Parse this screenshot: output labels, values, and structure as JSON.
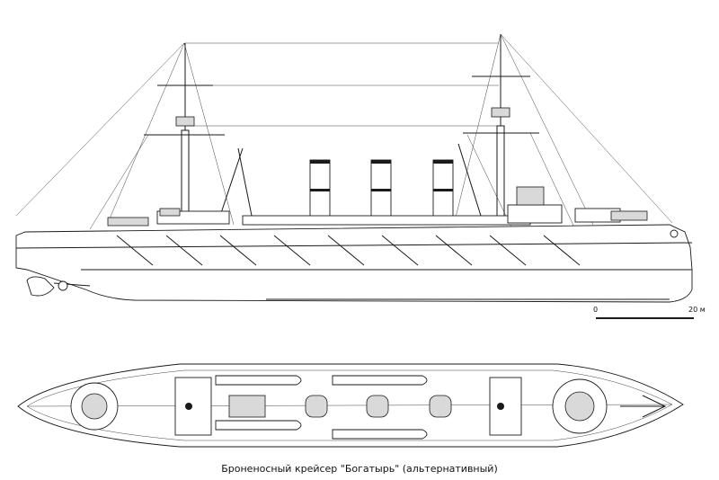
{
  "caption": "Броненосный крейсер \"Богатырь\" (альтернативный)",
  "scale_bar": {
    "start_label": "0",
    "end_label": "20 м"
  }
}
